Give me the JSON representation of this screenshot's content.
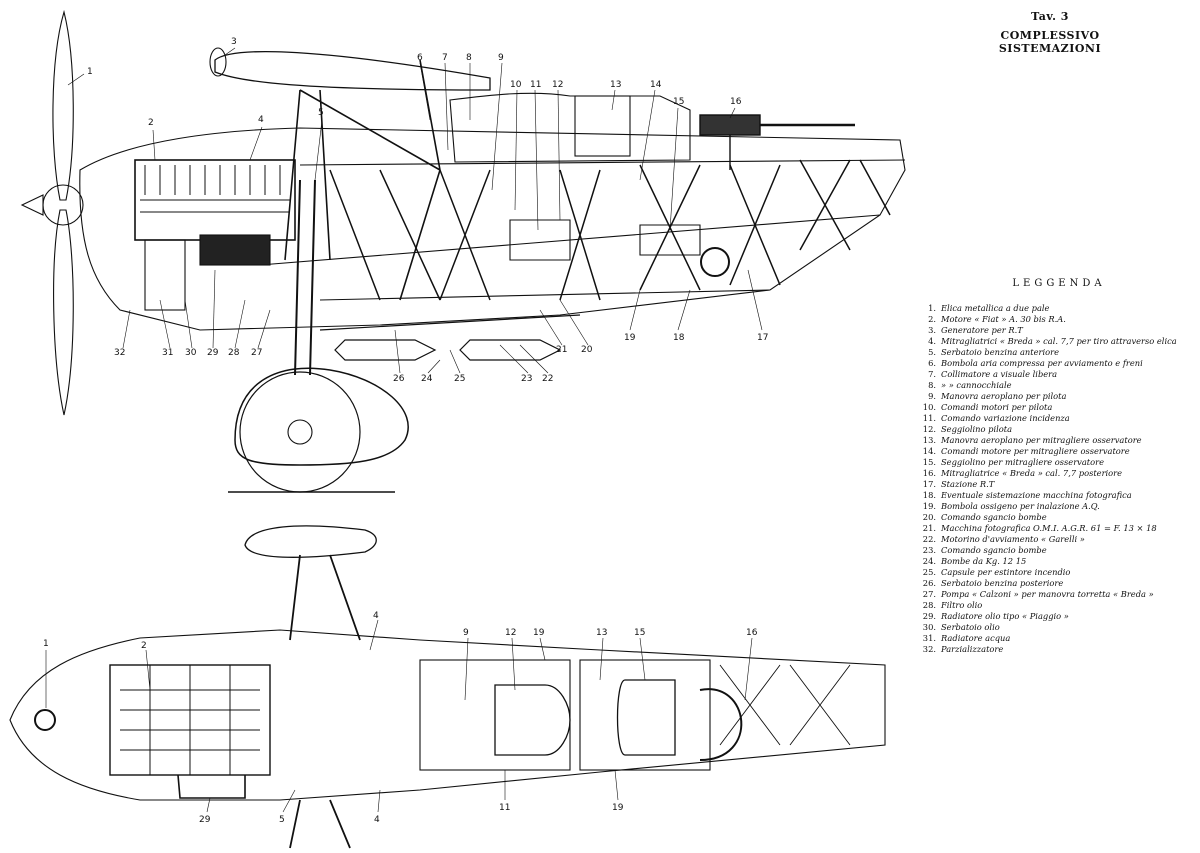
{
  "sheet": {
    "number": "Tav. 3",
    "title": "COMPLESSIVO SISTEMAZIONI"
  },
  "legend": {
    "heading": "LEGGENDA",
    "items": [
      {
        "n": "1.",
        "text": "Elica metallica a due pale"
      },
      {
        "n": "2.",
        "text": "Motore « Fiat » A. 30 bis R.A."
      },
      {
        "n": "3.",
        "text": "Generatore per R.T"
      },
      {
        "n": "4.",
        "text": "Mitragliatrici « Breda » cal. 7,7 per tiro attraverso elica"
      },
      {
        "n": "5.",
        "text": "Serbatoio benzina anteriore"
      },
      {
        "n": "6.",
        "text": "Bombola aria compressa per avviamento e freni"
      },
      {
        "n": "7.",
        "text": "Collimatore a visuale libera"
      },
      {
        "n": "8.",
        "text": "»      »  cannocchiale"
      },
      {
        "n": "9.",
        "text": "Manovra aeroplano per pilota"
      },
      {
        "n": "10.",
        "text": "Comandi motori per pilota"
      },
      {
        "n": "11.",
        "text": "Comando variazione incidenza"
      },
      {
        "n": "12.",
        "text": "Seggiolino pilota"
      },
      {
        "n": "13.",
        "text": "Manovra aeroplano per mitragliere osservatore"
      },
      {
        "n": "14.",
        "text": "Comandi motore per mitragliere osservatore"
      },
      {
        "n": "15.",
        "text": "Seggiolino per mitragliere osservatore"
      },
      {
        "n": "16.",
        "text": "Mitragliatrice « Breda » cal. 7,7 posteriore"
      },
      {
        "n": "17.",
        "text": "Stazione R.T"
      },
      {
        "n": "18.",
        "text": "Eventuale sistemazione macchina fotografica"
      },
      {
        "n": "19.",
        "text": "Bombola ossigeno per inalazione A.Q."
      },
      {
        "n": "20.",
        "text": "Comando sgancio bombe"
      },
      {
        "n": "21.",
        "text": "Macchina fotografica O.M.I. A.G.R. 61 = F. 13 × 18"
      },
      {
        "n": "22.",
        "text": "Motorino d'avviamento « Garelli »"
      },
      {
        "n": "23.",
        "text": "Comando sgancio bombe"
      },
      {
        "n": "24.",
        "text": "Bombe da Kg. 12    15"
      },
      {
        "n": "25.",
        "text": "Capsule per estintore incendio"
      },
      {
        "n": "26.",
        "text": "Serbatoio benzina posteriore"
      },
      {
        "n": "27.",
        "text": "Pompa « Calzoni » per manovra torretta « Breda »"
      },
      {
        "n": "28.",
        "text": "Filtro olio"
      },
      {
        "n": "29.",
        "text": "Radiatore olio tipo « Piaggio »"
      },
      {
        "n": "30.",
        "text": "Serbatoio olio"
      },
      {
        "n": "31.",
        "text": "Radiatore acqua"
      },
      {
        "n": "32.",
        "text": "Parzializzatore"
      }
    ]
  },
  "side_view_callouts": [
    "1",
    "2",
    "3",
    "4",
    "5",
    "6",
    "7",
    "8",
    "9",
    "10",
    "11",
    "12",
    "13",
    "14",
    "15",
    "16",
    "17",
    "18",
    "19",
    "20",
    "21",
    "22",
    "23",
    "24",
    "25",
    "26",
    "27",
    "28",
    "29",
    "30",
    "31",
    "32"
  ],
  "plan_view_callouts": [
    "1",
    "2",
    "4",
    "9",
    "12",
    "19",
    "13",
    "15",
    "16",
    "11",
    "19",
    "29",
    "5",
    "4"
  ],
  "colors": {
    "ink": "#111111",
    "paper": "#ffffff"
  }
}
